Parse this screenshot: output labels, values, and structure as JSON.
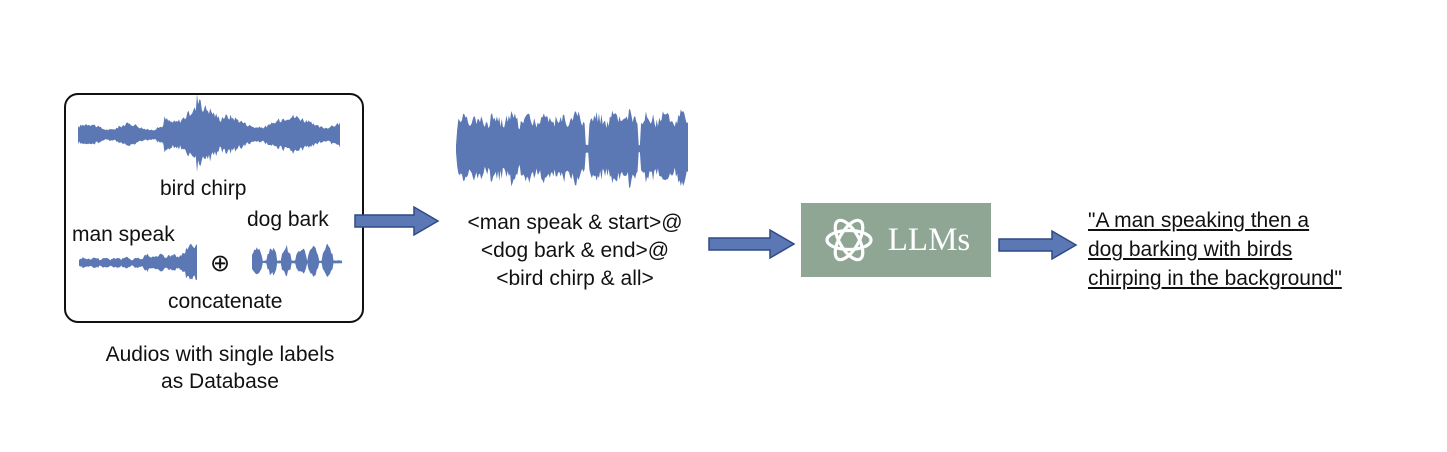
{
  "database": {
    "labels": {
      "bird_chirp": "bird chirp",
      "man_speak": "man speak",
      "dog_bark": "dog bark",
      "concat_symbol": "⊕",
      "concatenate": "concatenate"
    },
    "caption_line1": "Audios with single labels",
    "caption_line2": "as Database"
  },
  "tags": {
    "line1": "<man speak & start>@",
    "line2": "<dog bark & end>@",
    "line3": "<bird chirp & all>"
  },
  "llm": {
    "icon": "openai-logo-icon",
    "label": "LLMs"
  },
  "output": {
    "line1": "\"A man speaking then a",
    "line2": "dog barking with birds",
    "line3": "chirping in the background\""
  },
  "colors": {
    "waveform": "#5b78b5",
    "arrow_fill": "#5b78b5",
    "arrow_stroke": "#2f4a86",
    "llm_box": "#8fa695",
    "border": "#111111"
  }
}
